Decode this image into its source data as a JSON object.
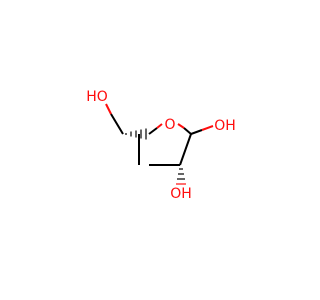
{
  "molecule": {
    "atoms": {
      "ring_oxygen": "O",
      "hydroxymethyl_oh": "HO",
      "anomeric_oh": "OH",
      "c3_oh": "OH"
    },
    "colors": {
      "oxygen": "#ff0d0d",
      "carbon_bond": "#000000",
      "background": "#ffffff"
    }
  }
}
